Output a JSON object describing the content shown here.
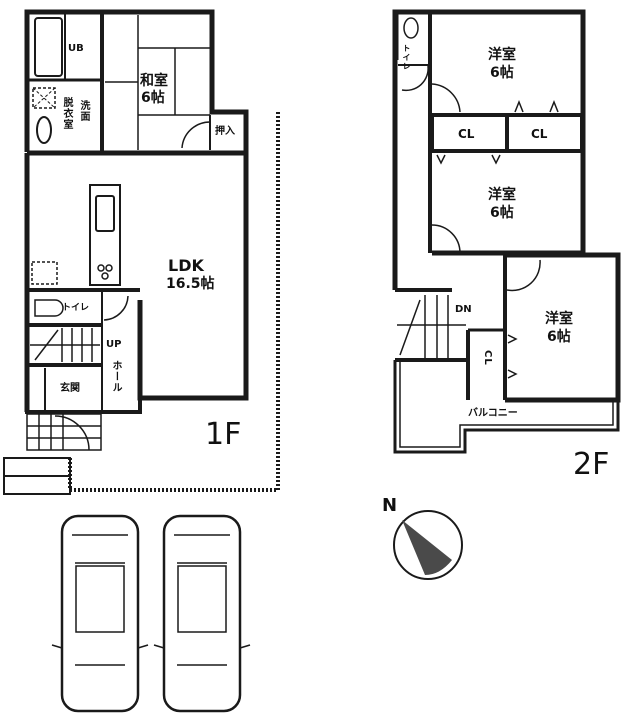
{
  "floor_1": {
    "floor_label": "1F",
    "rooms": {
      "unit_bath": "UB",
      "washroom": "洗面",
      "dressing_room": "脱衣室",
      "japanese_room": {
        "name": "和室",
        "size": "6帖"
      },
      "closet": "押入",
      "ldk": {
        "name": "LDK",
        "size": "16.5帖"
      },
      "toilet": "トイレ",
      "stairs_up": "UP",
      "hall": "ホール",
      "entrance": "玄関"
    },
    "parking": {
      "cars": 2
    }
  },
  "floor_2": {
    "floor_label": "2F",
    "rooms": {
      "toilet": "トイレ",
      "western_room_1": {
        "name": "洋室",
        "size": "6帖"
      },
      "closet_1": "CL",
      "closet_2": "CL",
      "western_room_2": {
        "name": "洋室",
        "size": "6帖"
      },
      "stairs_down": "DN",
      "closet_3": "CL",
      "western_room_3": {
        "name": "洋室",
        "size": "6帖"
      },
      "balcony": "バルコニー"
    }
  },
  "compass": {
    "north_label": "N"
  },
  "colors": {
    "wall": "#1a1a1a",
    "background": "#ffffff",
    "compass_fill": "#4a4a4a"
  }
}
